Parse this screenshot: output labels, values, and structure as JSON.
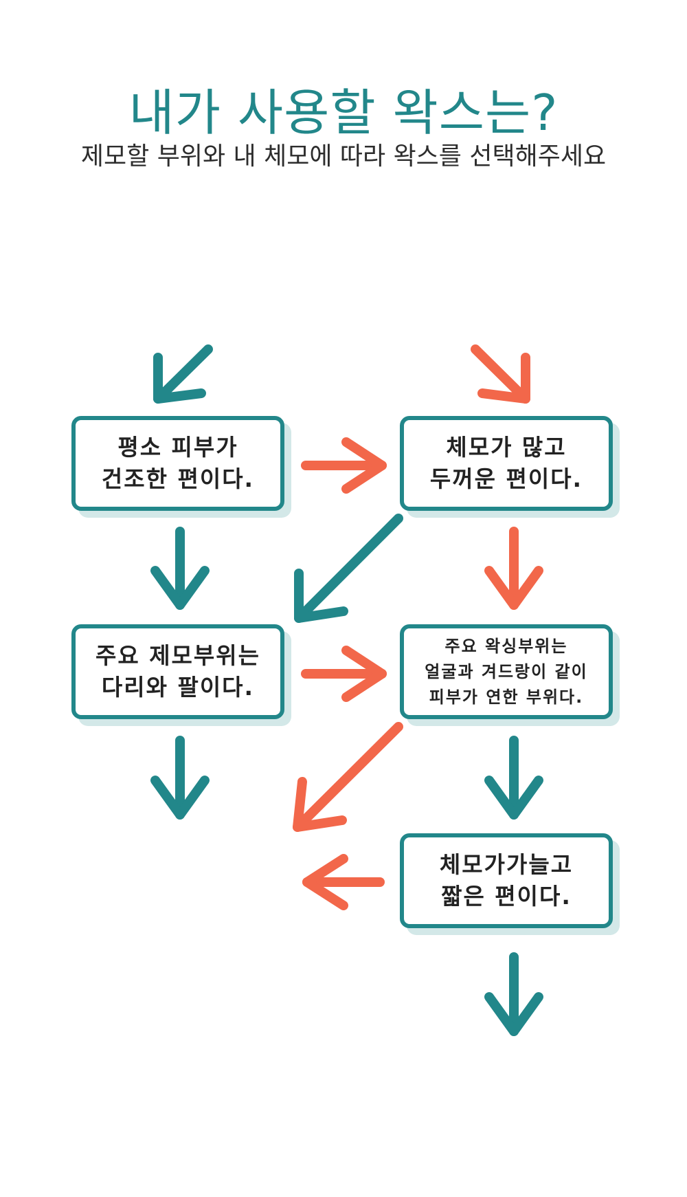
{
  "header": {
    "title": "내가 사용할 왁스는?",
    "subtitle": "제모할 부위와 내 체모에 따라 왁스를 선택해주세요"
  },
  "boxes": {
    "dry_skin": {
      "line1": "평소 피부가",
      "line2": "건조한 편이다."
    },
    "thick_hair": {
      "line1": "체모가 많고",
      "line2": "두꺼운 편이다."
    },
    "arms_legs": {
      "line1": "주요 제모부위는",
      "line2": "다리와 팔이다."
    },
    "sensitive_area": {
      "line1": "주요 왁싱부위는",
      "line2": "얼굴과 겨드랑이 같이",
      "line3": "피부가 연한 부위다."
    },
    "fine_hair": {
      "line1": "체모가가늘고",
      "line2": "짧은 편이다."
    }
  },
  "colors": {
    "teal": "#22878a",
    "orange": "#f2674a",
    "shadow": "#d3e8e8"
  }
}
